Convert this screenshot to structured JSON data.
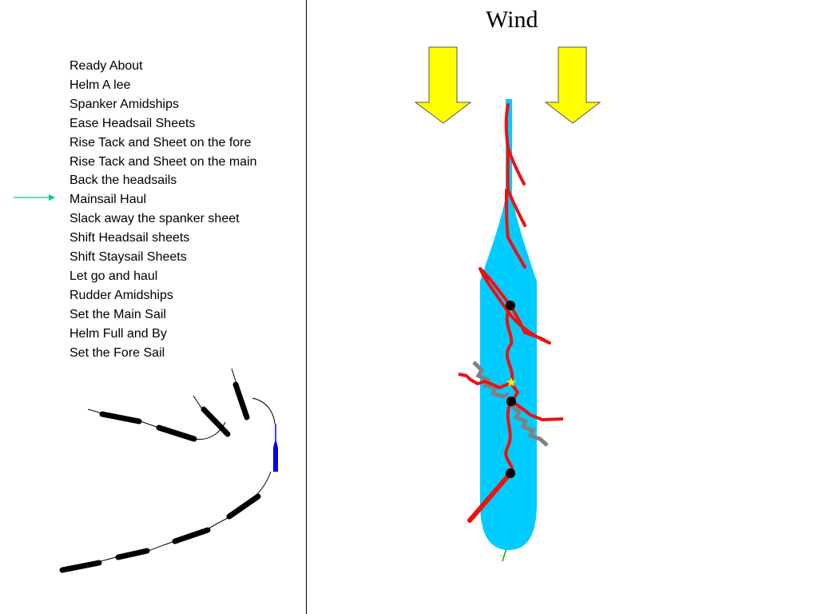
{
  "slide": {
    "wind_label": "Wind",
    "current_step_index": 7,
    "steps": [
      "Ready About",
      "Helm A lee",
      "Spanker Amidships",
      "Ease Headsail Sheets",
      "Rise Tack and Sheet on the fore",
      "Rise Tack and Sheet on the main",
      "Back the headsails",
      "Mainsail Haul",
      "Slack away the spanker sheet",
      "Shift Headsail sheets",
      "Shift Staysail Sheets",
      "Let go and haul",
      "Rudder Amidships",
      "Set the Main Sail",
      "Helm Full and By",
      "Set the Fore Sail"
    ]
  },
  "colors": {
    "hull": "#00ccff",
    "sails": "#ee1111",
    "wind_arrow": "#ffff00",
    "progress_marker": "#00cc88",
    "current_position": "#0000ee",
    "past_positions": "#000000",
    "shadow_yards": "#808080"
  },
  "icons": {
    "wind": "down-arrow-icon",
    "step_marker": "right-arrow-icon"
  }
}
